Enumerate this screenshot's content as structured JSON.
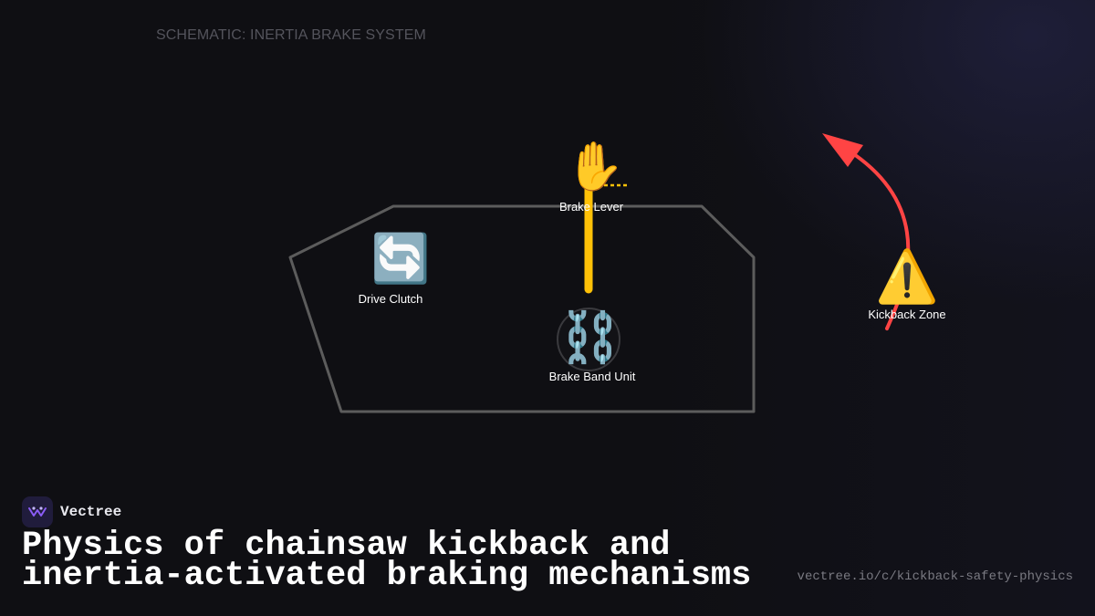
{
  "schematic": {
    "title": "SCHEMATIC: INERTIA BRAKE SYSTEM"
  },
  "nodes": {
    "drive_clutch": {
      "label": "Drive Clutch",
      "icon": "counterclockwise-arrows-icon",
      "glyph": "🔄"
    },
    "brake_lever": {
      "label": "Brake Lever",
      "icon": "raised-hand-icon",
      "glyph": "✋"
    },
    "brake_band": {
      "label": "Brake Band Unit",
      "icon": "chains-icon",
      "glyph": "⛓️"
    },
    "kickback_zone": {
      "label": "Kickback Zone",
      "icon": "warning-icon",
      "glyph": "⚠️"
    }
  },
  "colors": {
    "background": "#0f0f13",
    "housing_outline": "#5c5c5c",
    "lever": "#ffc107",
    "kickback_arrow": "#ff4444",
    "title_muted": "#54545c",
    "brand_accent": "#8b5cf6"
  },
  "brand": {
    "name": "Vectree",
    "logo_icon": "vectree-logo-icon"
  },
  "headline": {
    "text": "Physics of chainsaw kickback and inertia-activated braking mechanisms"
  },
  "footer": {
    "url": "vectree.io/c/kickback-safety-physics"
  }
}
